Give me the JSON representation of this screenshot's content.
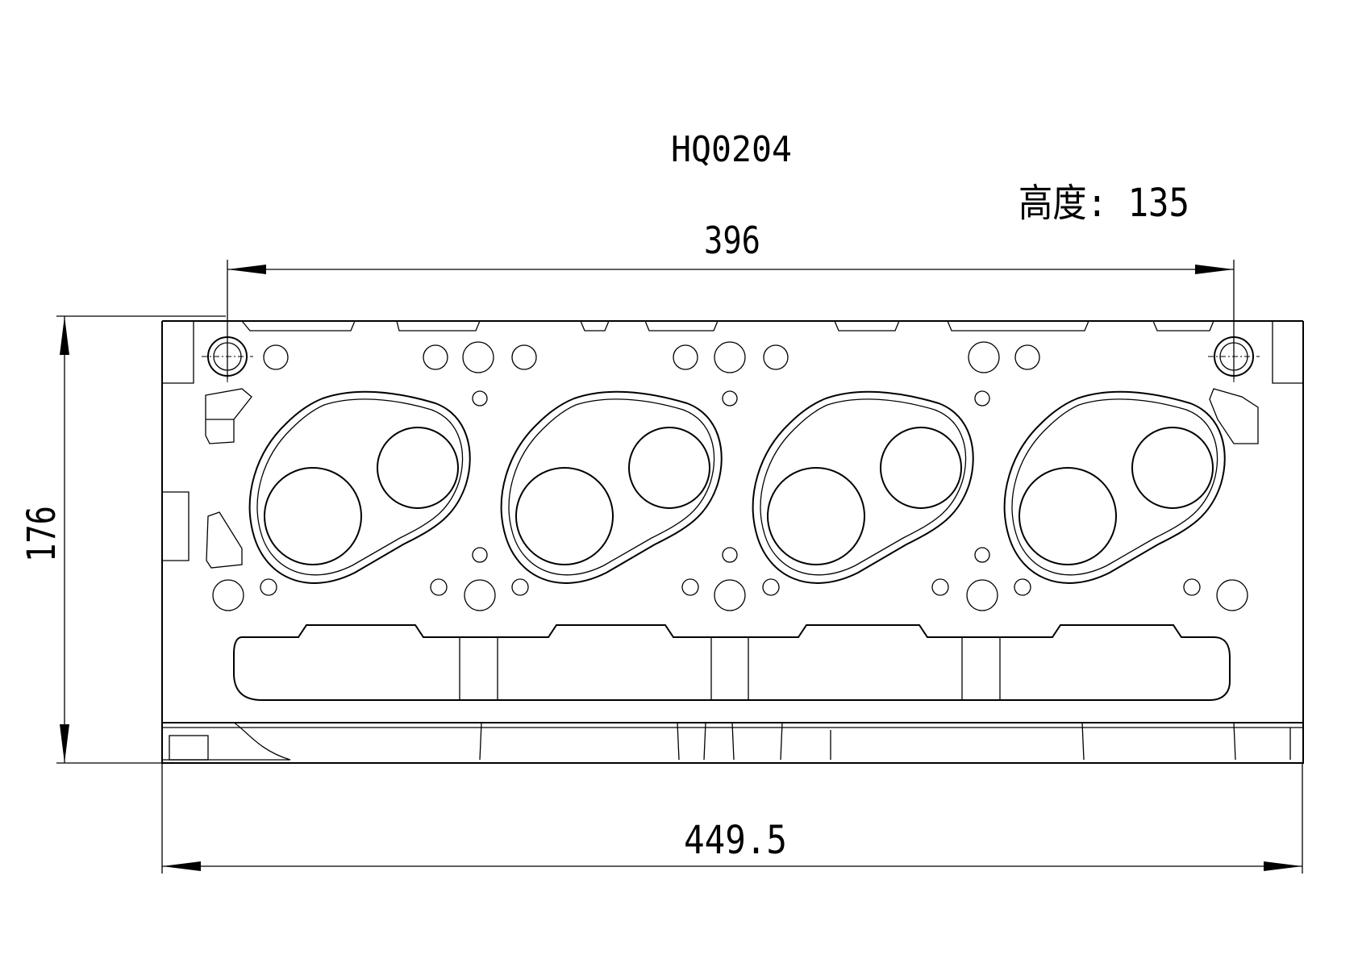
{
  "drawing": {
    "part_number": "HQ0204",
    "height_label": "高度: 135",
    "dim_bolt_span": "396",
    "dim_overall_width": "449.5",
    "dim_overall_height": "176",
    "line_color": "#000000",
    "background_color": "#ffffff"
  }
}
